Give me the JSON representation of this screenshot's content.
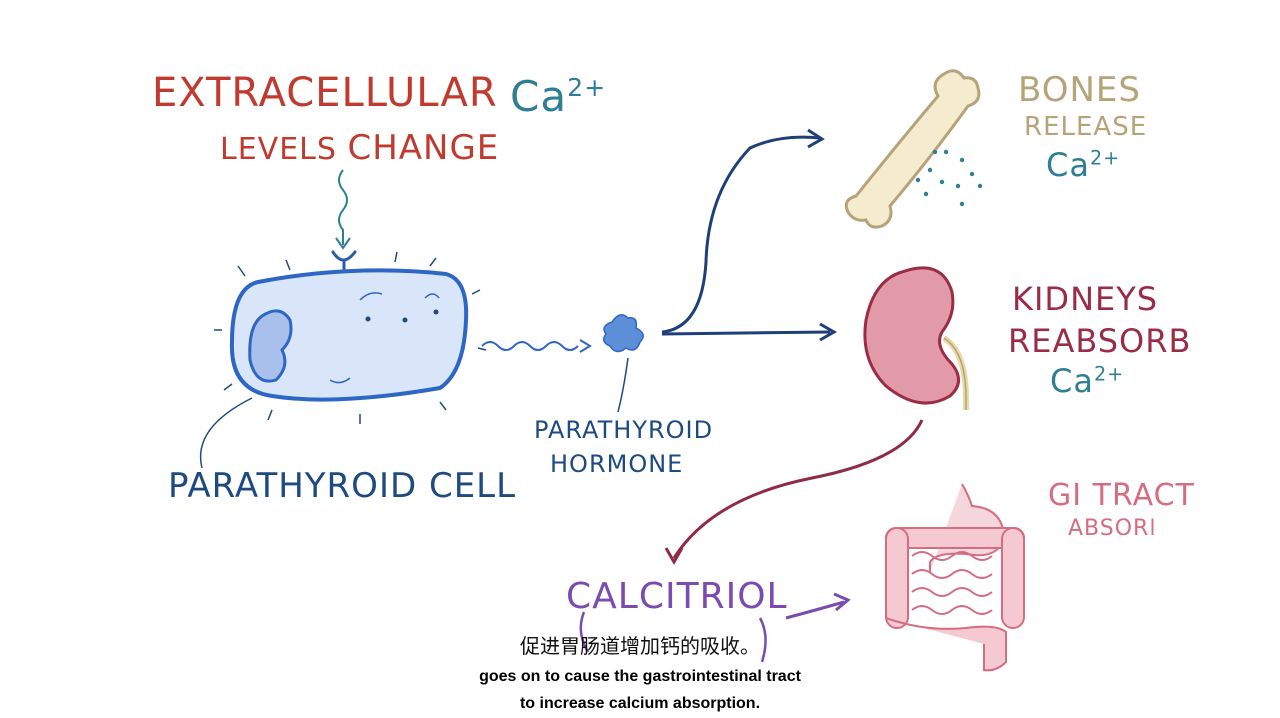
{
  "diagram": {
    "title_line1": "Extracellular",
    "ion": "Ca",
    "charge": "2+",
    "title_line2a": "Levels",
    "title_line2b": "Change",
    "cell_label": "Parathyroid Cell",
    "hormone_line1": "Parathyroid",
    "hormone_line2": "Hormone",
    "bones_title": "Bones",
    "bones_action": "Release",
    "kidneys_title": "Kidneys",
    "kidneys_action": "Reabsorb",
    "gi_title": "GI Tract",
    "gi_action": "Absorb",
    "calcitriol": "Calcitriol"
  },
  "subtitles": {
    "chinese": "促进胃肠道增加钙的吸收。",
    "english_line1": "goes on to cause the gastrointestinal tract",
    "english_line2": "to increase calcium absorption."
  },
  "colors": {
    "title_red": "#c03a2f",
    "hormone_blue": "#1e4a82",
    "ion_teal": "#2f7f94",
    "bone_tan": "#b5a37a",
    "kidney_maroon": "#9a2c46",
    "gi_pink": "#d56d80",
    "calcitriol_purple": "#7a4bb0"
  }
}
